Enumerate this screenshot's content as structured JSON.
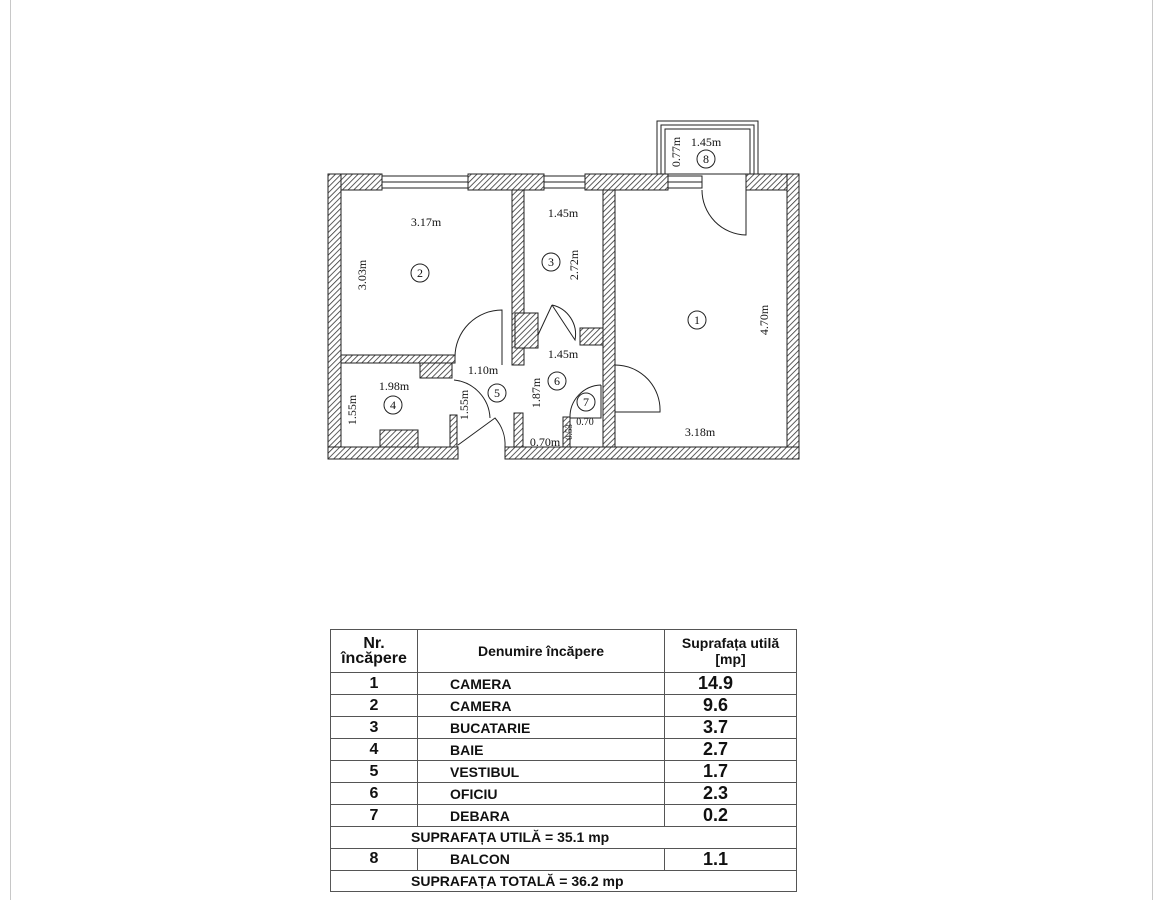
{
  "plan": {
    "rooms": [
      {
        "nr": "1",
        "dims": [
          "4.70m",
          "3.18m"
        ]
      },
      {
        "nr": "2",
        "dims": [
          "3.17m",
          "3.03m"
        ]
      },
      {
        "nr": "3",
        "dims": [
          "1.45m",
          "2.72m"
        ]
      },
      {
        "nr": "4",
        "dims": [
          "1.98m",
          "1.55m"
        ]
      },
      {
        "nr": "5",
        "dims": [
          "1.10m",
          "1.55m"
        ]
      },
      {
        "nr": "6",
        "dims": [
          "1.45m",
          "1.87m"
        ]
      },
      {
        "nr": "7",
        "dims": [
          "0.70",
          "0.53"
        ]
      },
      {
        "nr": "8",
        "dims": [
          "1.45m",
          "0.77m"
        ]
      }
    ],
    "extra_dim": "0.70m"
  },
  "table": {
    "headers": [
      "Nr. încăpere",
      "Denumire încăpere",
      "Suprafața utilă [mp]"
    ],
    "rows": [
      {
        "nr": "1",
        "name": "CAMERA",
        "area": "14.9"
      },
      {
        "nr": "2",
        "name": "CAMERA",
        "area": "9.6"
      },
      {
        "nr": "3",
        "name": "BUCATARIE",
        "area": "3.7"
      },
      {
        "nr": "4",
        "name": "BAIE",
        "area": "2.7"
      },
      {
        "nr": "5",
        "name": "VESTIBUL",
        "area": "1.7"
      },
      {
        "nr": "6",
        "name": "OFICIU",
        "area": "2.3"
      },
      {
        "nr": "7",
        "name": "DEBARA",
        "area": "0.2"
      }
    ],
    "useful_total": "SUPRAFAȚA UTILĂ =  35.1  mp",
    "balcony": {
      "nr": "8",
      "name": "BALCON",
      "area": "1.1"
    },
    "grand_total": "SUPRAFAȚA TOTALĂ =    36.2   mp"
  }
}
